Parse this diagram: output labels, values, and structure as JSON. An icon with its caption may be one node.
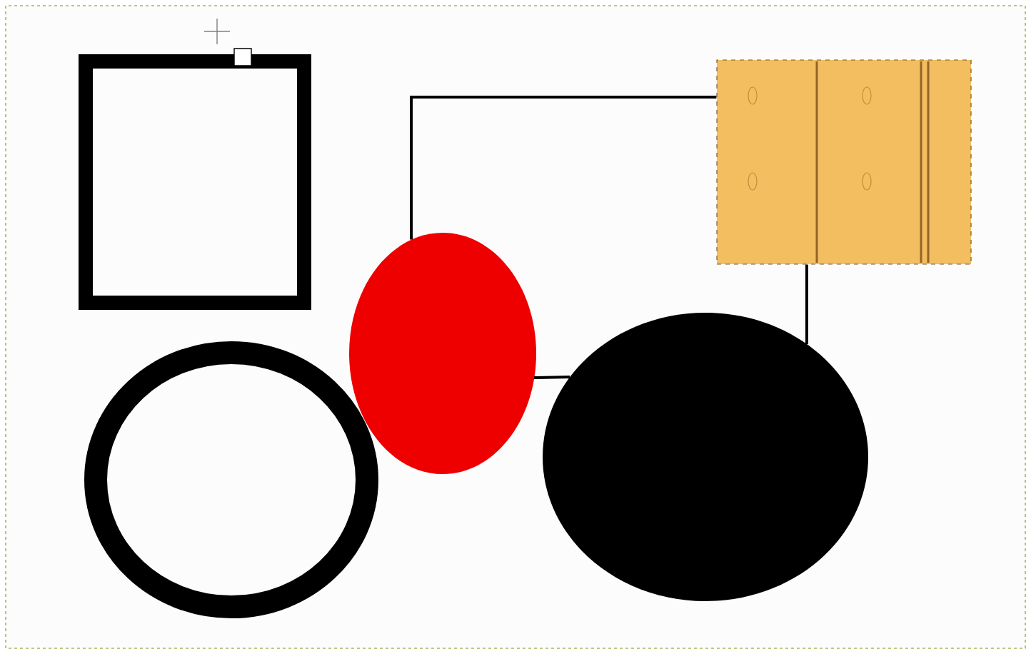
{
  "diagram": {
    "nodes": [
      {
        "text": [],
        "shape": "box"
      },
      {
        "text": [],
        "shape": "circle"
      },
      {
        "text": [],
        "shape": "ellipse"
      },
      {
        "text": [],
        "shape": "box"
      },
      {
        "text": [],
        "shape": "ellipse"
      }
    ],
    "edges": [
      {
        "from": 2,
        "to": 3,
        "arrow": "none"
      },
      {
        "from": 2,
        "to": 4,
        "arrow": "none"
      },
      {
        "from": 3,
        "to": 4,
        "arrow": "none"
      }
    ]
  }
}
